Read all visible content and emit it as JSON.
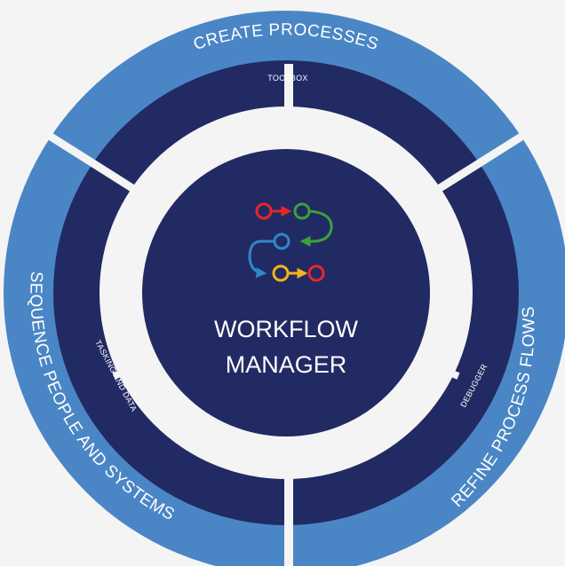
{
  "diagram": {
    "center": {
      "line1": "WORKFLOW",
      "line2": "MANAGER",
      "icon": "workflow-flow-icon"
    },
    "segments": [
      {
        "outer_label": "CREATE PROCESSES",
        "inner_label": "TOOLBOX"
      },
      {
        "outer_label": "REFINE PROCESS FLOWS",
        "inner_label": "DEBUGGER"
      },
      {
        "outer_label": "SEQUENCE PEOPLE AND SYSTEMS",
        "inner_label": "TASKING AND DATA"
      }
    ]
  },
  "colors": {
    "background": "#f4f4f5",
    "outer_ring": "#4a86c5",
    "dark_navy": "#222a63",
    "gap": "#f4f4f5",
    "node_red": "#e8262a",
    "node_green": "#3aa13c",
    "node_blue": "#2f87c8",
    "node_yellow": "#f2b31b"
  }
}
